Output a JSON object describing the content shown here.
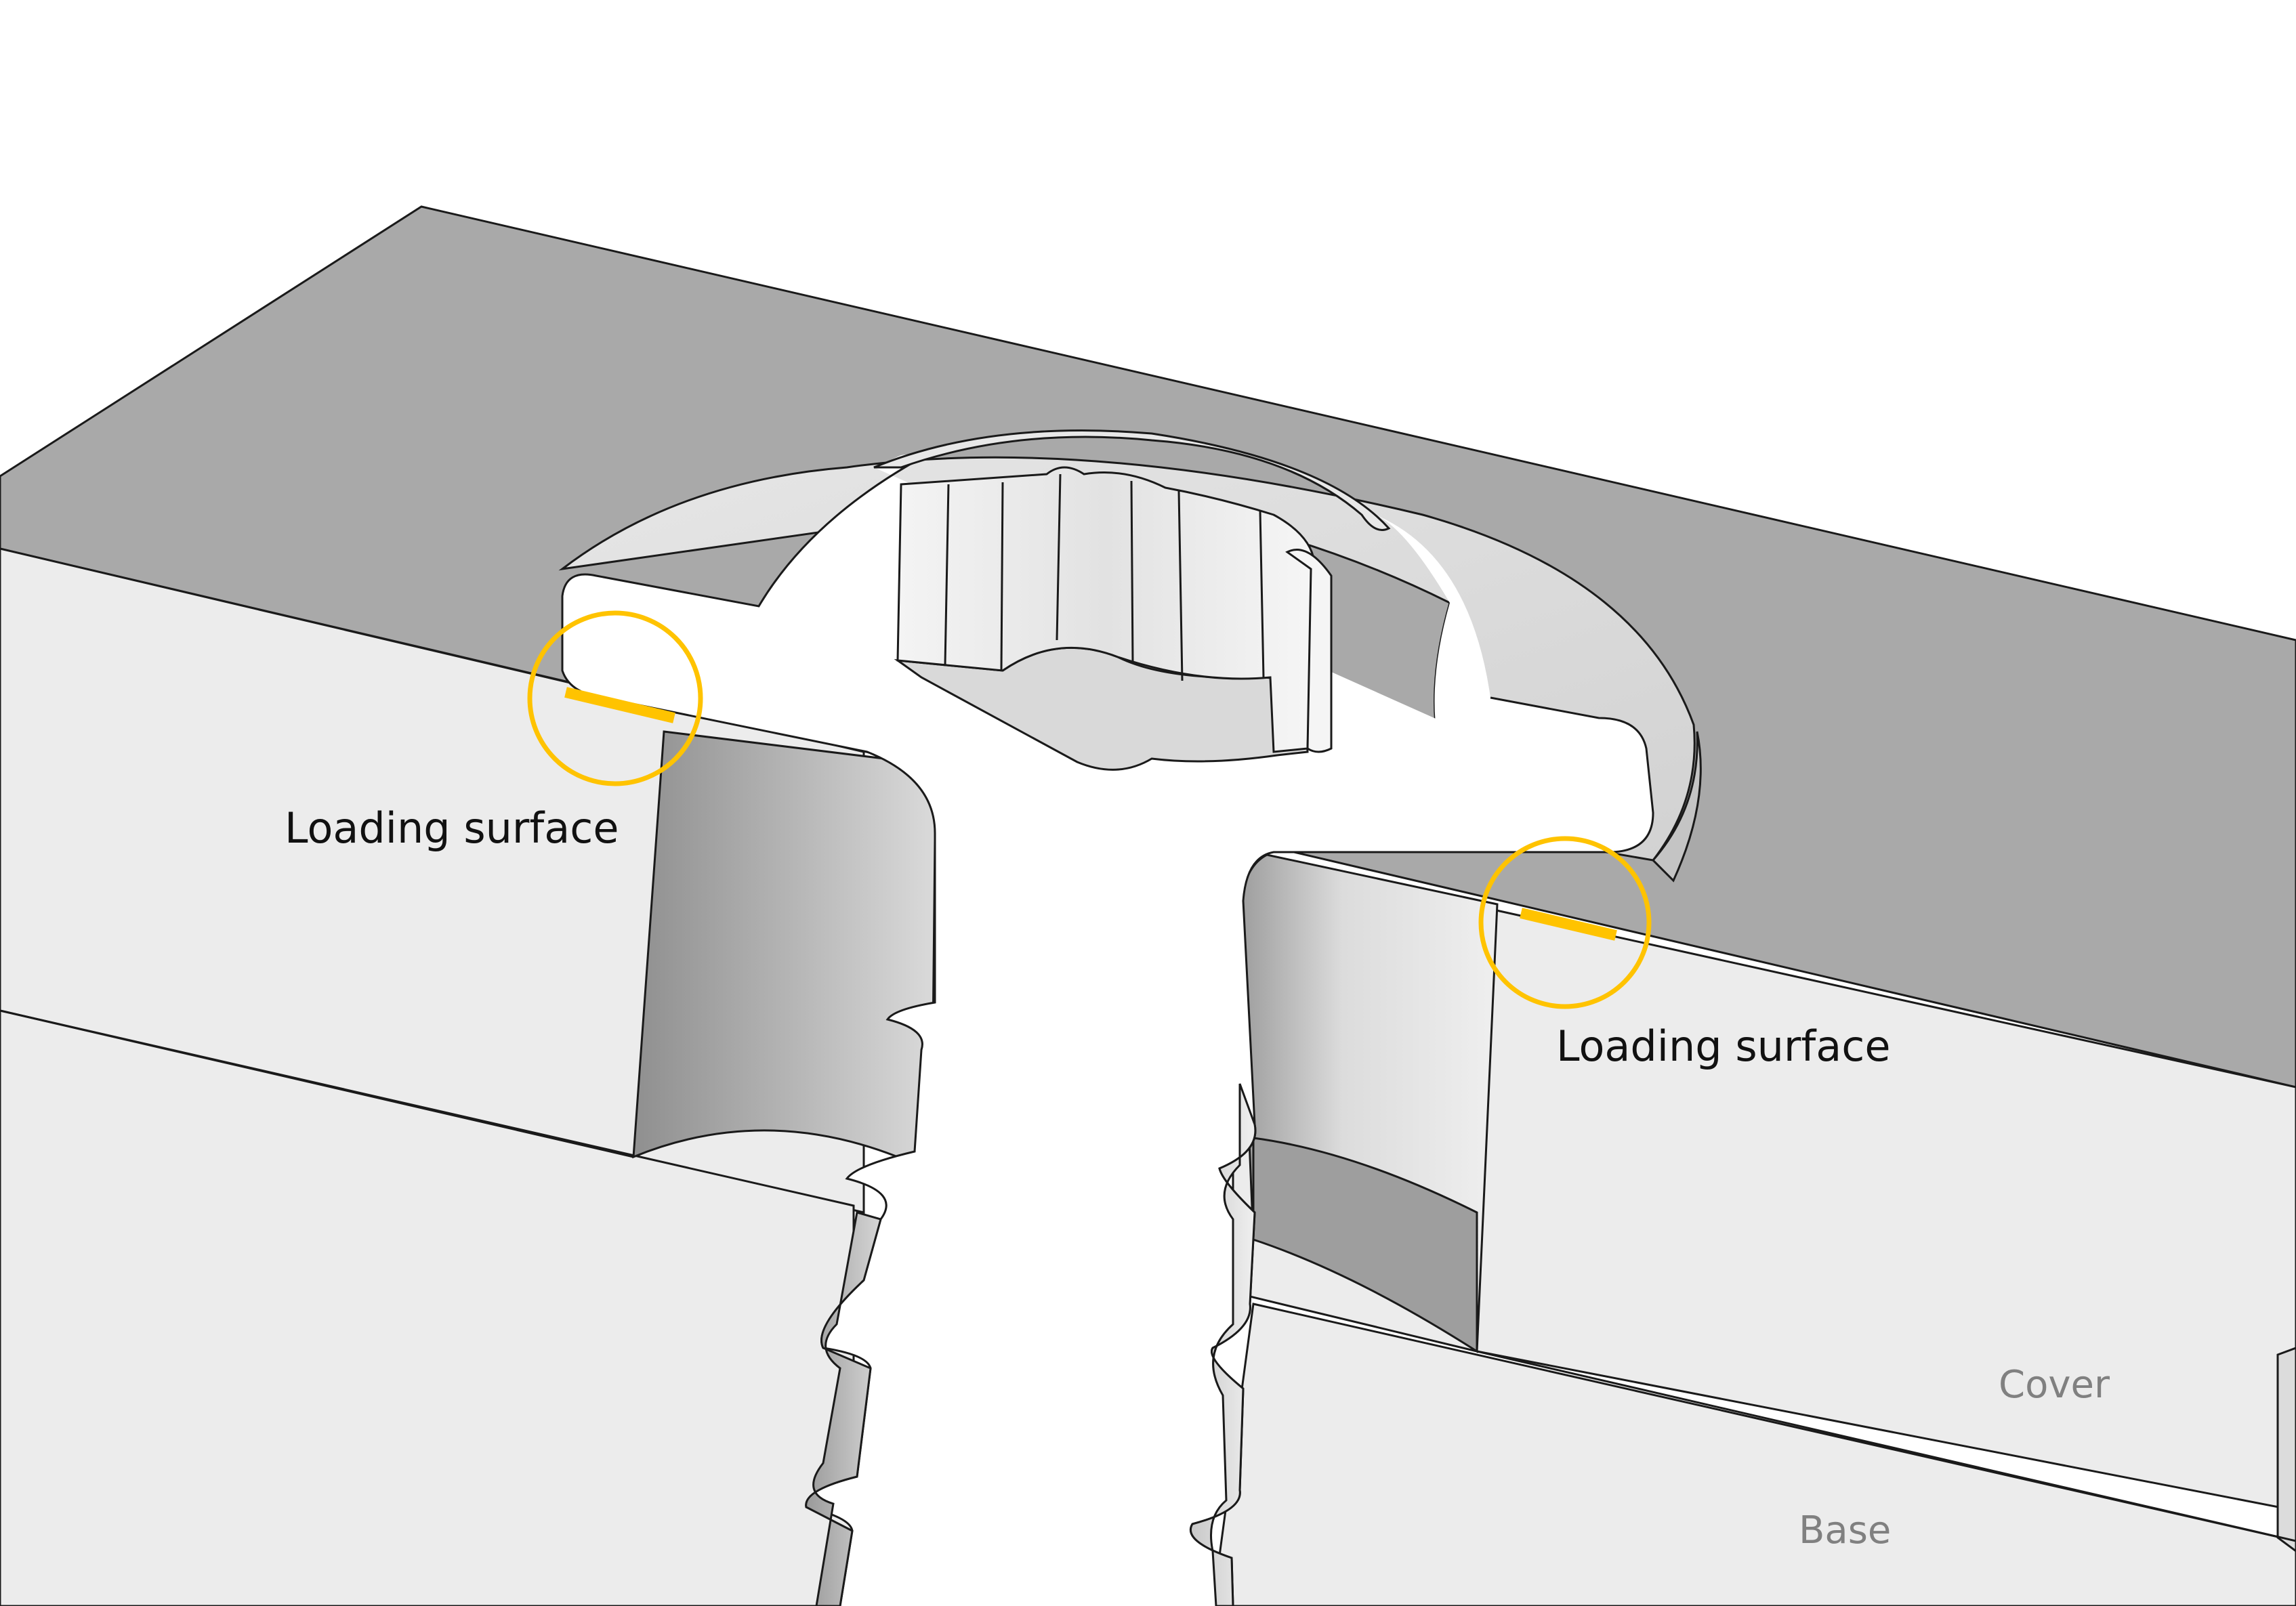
{
  "labels": {
    "loading_surface_left": "Loading surface",
    "loading_surface_right": "Loading surface",
    "cover": "Cover",
    "base": "Base"
  },
  "colors": {
    "background": "#ffffff",
    "top_face": "#a9a9a9",
    "cut_face": "#ececec",
    "screw_face": "#ffffff",
    "inner_wall": "#bdbdbd",
    "outline": "#1a1a1a",
    "highlight": "#ffc300",
    "label_dark": "#111111",
    "label_muted": "#808080"
  }
}
